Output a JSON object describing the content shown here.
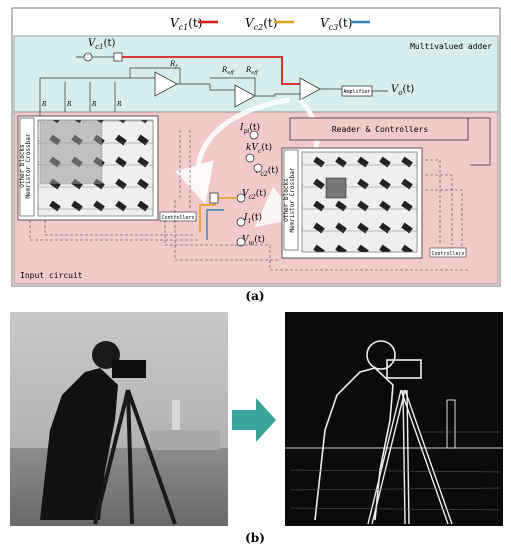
{
  "legend": {
    "items": [
      {
        "label": "V",
        "sub": "c1",
        "arg": "(t)",
        "color": "#d81b1b"
      },
      {
        "label": "V",
        "sub": "c2",
        "arg": "(t)",
        "color": "#e0a020"
      },
      {
        "label": "V",
        "sub": "c3",
        "arg": "(t)",
        "color": "#3a7fb5"
      }
    ]
  },
  "circuit": {
    "adder_title": "Multivalued adder",
    "input_title": "Input circuit",
    "reader_title": "Reader & Controllers",
    "amplifier_label": "Amplifier",
    "controllers_label": "Controllers",
    "left_crossbar_label_1": "Memristor Crossbar",
    "left_crossbar_label_2": "Other blocks",
    "right_crossbar_label_1": "Memristor Crossbar",
    "right_crossbar_label_2": "Other blocks",
    "vc1_label": "V",
    "vc1_sub": "c1",
    "vc1_arg": "(t)",
    "vo_label": "V",
    "vo_sub": "o",
    "vo_arg": "(t)",
    "i_pi_label": "I",
    "i_pi_sub": "pi",
    "i_pi_arg": "(t)",
    "kv_label": "kV",
    "kv_sub": "c",
    "kv_arg": "(t)",
    "vc2_right_label": "V",
    "vc2_right_sub": "c2",
    "vc2_right_arg": "(t)",
    "vc2_label": "V",
    "vc2_sub": "c2",
    "vc2_arg": "(t)",
    "i1_label": "I",
    "i1_sub": "1",
    "i1_arg": "(t)",
    "vm_label": "V",
    "vm_sub": "m",
    "vm_arg": "(t)",
    "resistor_label": "R",
    "rf_label": "R",
    "rf_sub": "f",
    "ref_label": "R",
    "ref_sub": "eff"
  },
  "captions": {
    "a": "(a)",
    "b": "(b)"
  },
  "colors": {
    "adder_bg": "#d6eeee",
    "input_bg": "#f2caca",
    "arrow_teal": "#3aa39a"
  }
}
